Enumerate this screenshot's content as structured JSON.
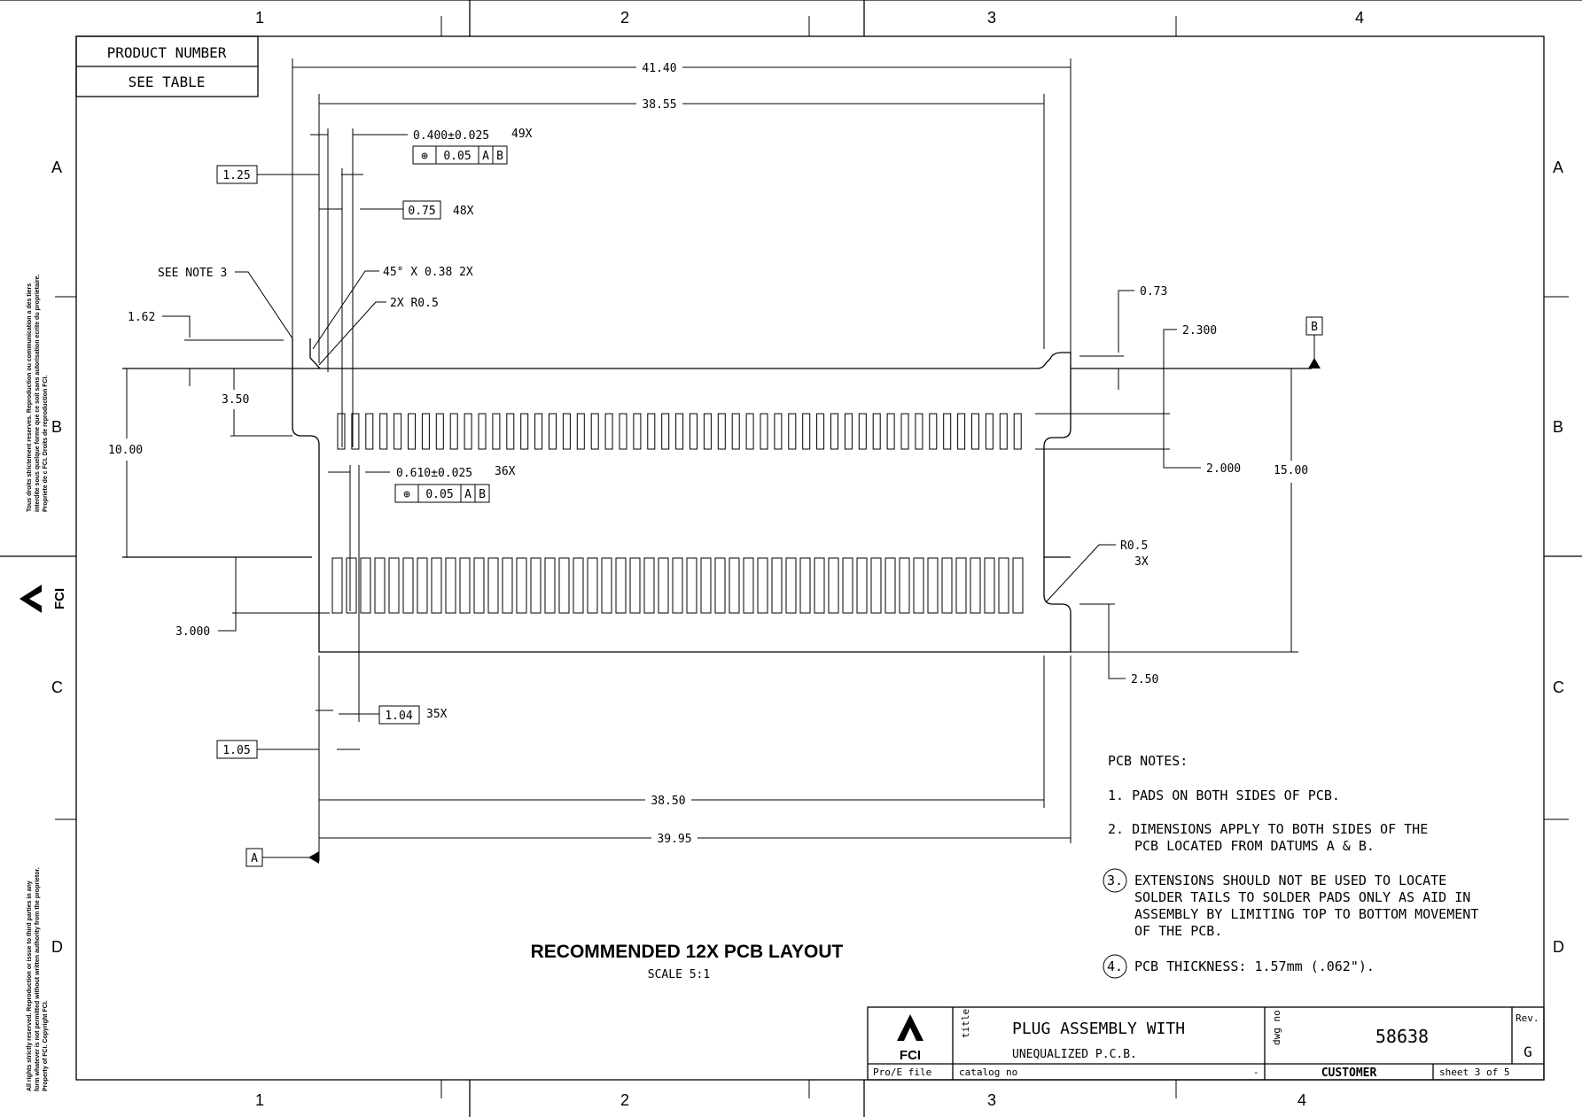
{
  "zones": {
    "cols": [
      "1",
      "2",
      "3",
      "4"
    ],
    "rows": [
      "A",
      "B",
      "C",
      "D"
    ]
  },
  "product_box": {
    "line1": "PRODUCT NUMBER",
    "line2": "SEE TABLE"
  },
  "dims": {
    "d4140": "41.40",
    "d3855": "38.55",
    "d0400": "0.400±0.025",
    "d0400_count": "49X",
    "tol1": {
      "sym": "⊕",
      "val": "0.05",
      "a": "A",
      "b": "B"
    },
    "d125": "1.25",
    "d075": "0.75",
    "d075_count": "48X",
    "see_note3": "SEE NOTE 3",
    "chamfer": "45° X 0.38 2X",
    "r05_2x": "2X R0.5",
    "d162": "1.62",
    "d073": "0.73",
    "d2300": "2.300",
    "datum_b": "B",
    "d350": "3.50",
    "d1000": "10.00",
    "d2000": "2.000",
    "d1500": "15.00",
    "d0610": "0.610±0.025",
    "d0610_count": "36X",
    "tol2": {
      "sym": "⊕",
      "val": "0.05",
      "a": "A",
      "b": "B"
    },
    "r05": "R0.5",
    "r05_count": "3X",
    "d3000": "3.000",
    "d250": "2.50",
    "d104": "1.04",
    "d104_count": "35X",
    "d105": "1.05",
    "d3850": "38.50",
    "d3995": "39.95",
    "datum_a": "A"
  },
  "notes": {
    "title": "PCB NOTES:",
    "n1": "1. PADS ON BOTH SIDES OF PCB.",
    "n2a": "2. DIMENSIONS APPLY TO BOTH SIDES OF THE",
    "n2b": "PCB LOCATED FROM DATUMS A & B.",
    "n3num": "3.",
    "n3a": "EXTENSIONS SHOULD NOT BE USED TO LOCATE",
    "n3b": "SOLDER TAILS TO SOLDER PADS ONLY AS AID IN",
    "n3c": "ASSEMBLY BY LIMITING TOP TO BOTTOM MOVEMENT",
    "n3d": "OF THE PCB.",
    "n4num": "4.",
    "n4": "PCB THICKNESS: 1.57mm (.062\")."
  },
  "view": {
    "title": "RECOMMENDED 12X PCB LAYOUT",
    "scale": "SCALE 5:1"
  },
  "title_block": {
    "logo": "FCI",
    "title_label": "title",
    "title1": "PLUG ASSEMBLY WITH",
    "title2": "UNEQUALIZED P.C.B.",
    "dwg_label": "dwg no",
    "dwg_no": "58638",
    "rev_label": "Rev.",
    "rev": "G",
    "proe": "Pro/E file",
    "catalog": "catalog no",
    "dash": "-",
    "customer": "CUSTOMER",
    "sheet": "sheet 3 of 5"
  },
  "side_text": {
    "top1": "Tous droits strictement reserves. Reproduction ou communication a des tiers",
    "top2": "interdite sous quelque forme que ce soit sans autorisation ecrite du proprietaire.",
    "top3": "Propriete de c FCI. Droits de reproduction FCI.",
    "logo": "FCI",
    "bot1": "All rights strictly reserved. Reproduction or issue to third parties in any",
    "bot2": "form whatever is not permitted without written authority from the proprietor.",
    "bot3": "Property of FCI. Copyright FCI."
  },
  "pads": {
    "top_count": 49,
    "bottom_count": 49
  }
}
